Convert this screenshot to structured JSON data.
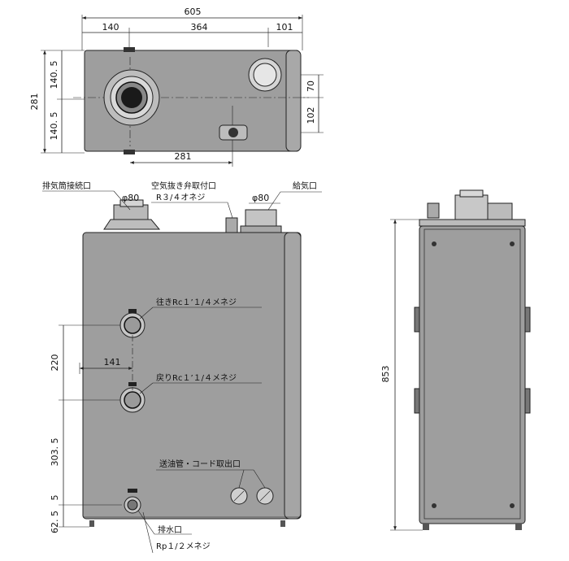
{
  "top_view": {
    "dims": {
      "total_width": "605",
      "left_offset": "140",
      "center_span": "364",
      "right_offset": "101",
      "depth": "281",
      "half_upper": "140. 5",
      "half_lower": "140. 5",
      "intake_offset": "70",
      "valve_offset": "102",
      "bottom_span": "281"
    }
  },
  "front_view": {
    "labels": {
      "exhaust": "排気筒接続口",
      "exhaust_dia": "φ80",
      "air_vent": "空気抜き弁取付口",
      "air_vent_thread": "R３/４オネジ",
      "intake_dia": "φ80",
      "intake": "給気口",
      "supply": "往きRc１’１/４メネジ",
      "return": "戻りRc１’１/４メネジ",
      "oil": "送油管・コード取出口",
      "drain": "排水口",
      "drain_thread": "Rp１/２メネジ"
    },
    "dims": {
      "pipe_spacing": "220",
      "pipe_offset": "141",
      "lower_span": "303. 5",
      "drain_small": "5",
      "bottom_height": "62. 5"
    }
  },
  "side_view": {
    "dims": {
      "height": "853"
    }
  }
}
